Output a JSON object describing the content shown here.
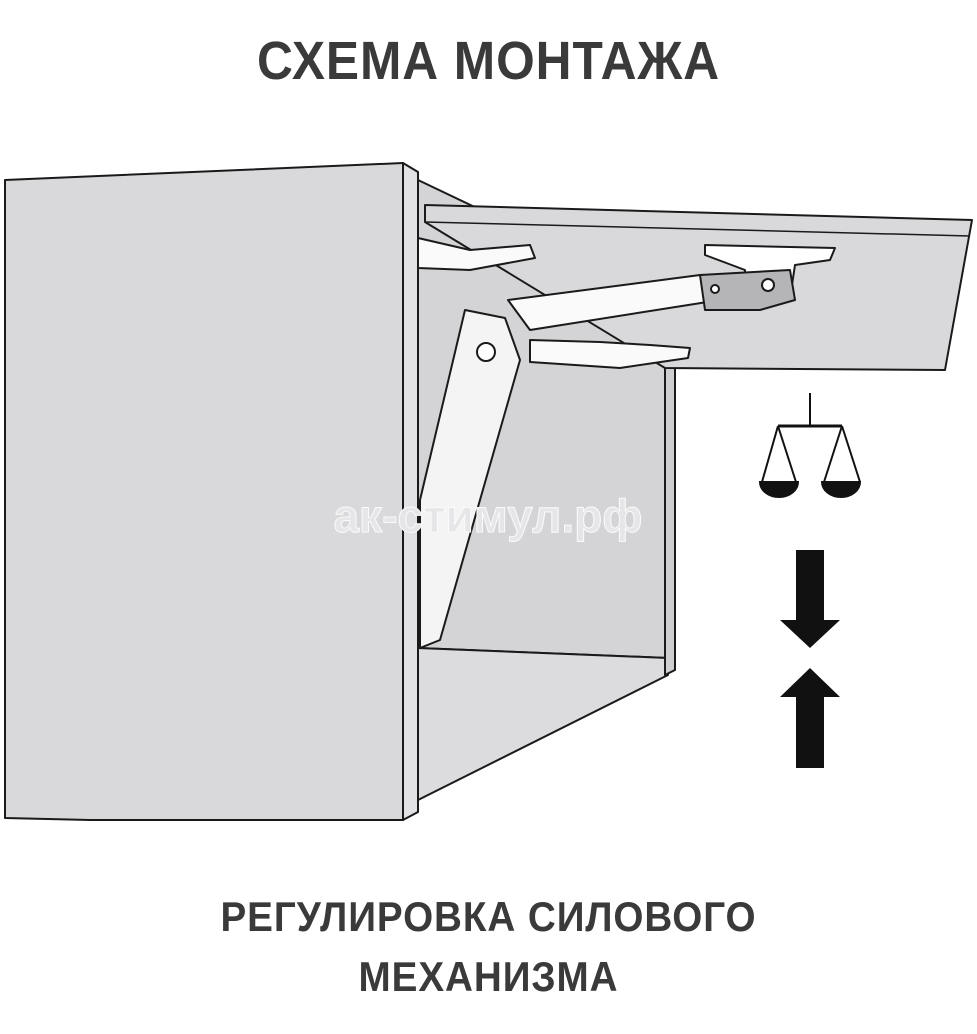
{
  "title": "СХЕМА МОНТАЖА",
  "caption_line1": "РЕГУЛИРОВКА СИЛОВОГО",
  "caption_line2": "МЕХАНИЗМА",
  "watermark": "ак-стимул.рф",
  "colors": {
    "panel": "#d9d9db",
    "line": "#1a1a1a",
    "text": "#3a3a3a"
  },
  "icons": [
    "balance-scale-icon",
    "arrow-down-icon",
    "arrow-up-icon"
  ]
}
